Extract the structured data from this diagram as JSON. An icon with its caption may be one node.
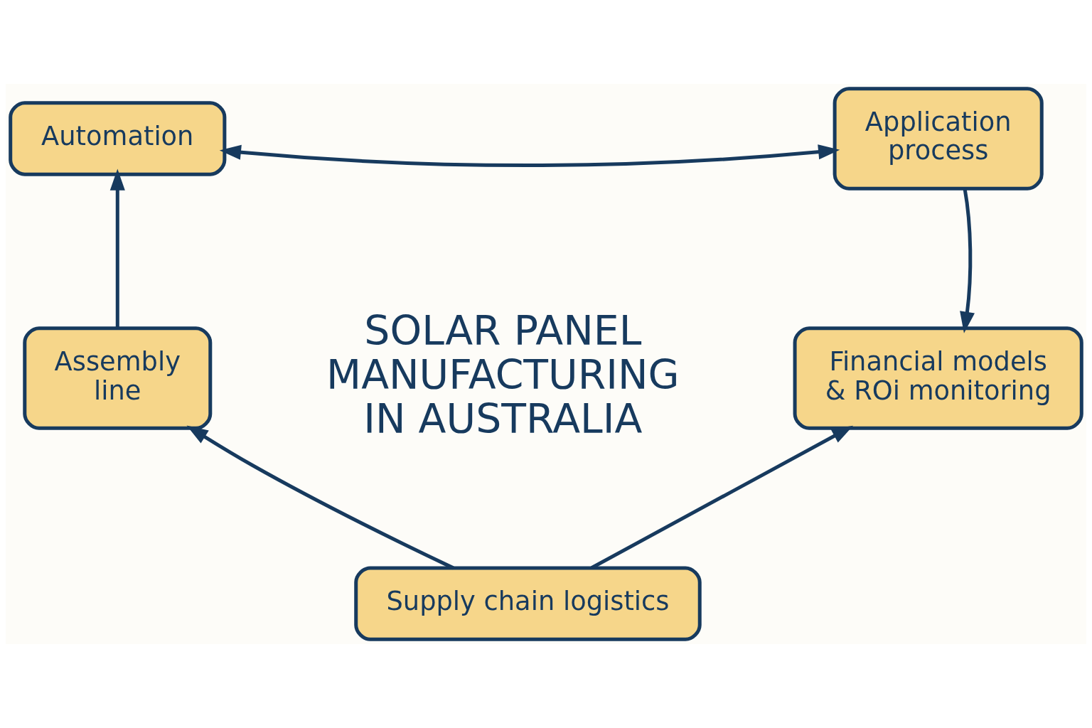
{
  "diagram": {
    "nodes": [
      {
        "text": [
          "Automation"
        ]
      },
      {
        "text": [
          "Application process"
        ]
      },
      {
        "text": [
          "SOLAR PANEL MANUFACTURING IN AUSTRALIA"
        ]
      },
      {
        "text": [
          "Assembly line"
        ]
      },
      {
        "text": [
          "Financial models & ROi monitoring"
        ]
      },
      {
        "text": [
          "Supply chain logistics"
        ]
      }
    ],
    "edges": [
      {
        "from": 0,
        "to": 1,
        "arrow": "both"
      },
      {
        "from": 1,
        "to": 4,
        "arrow": "to"
      },
      {
        "from": 3,
        "to": 0,
        "arrow": "to"
      },
      {
        "from": 5,
        "to": 3,
        "arrow": "to"
      },
      {
        "from": 5,
        "to": 4,
        "arrow": "to"
      }
    ]
  }
}
